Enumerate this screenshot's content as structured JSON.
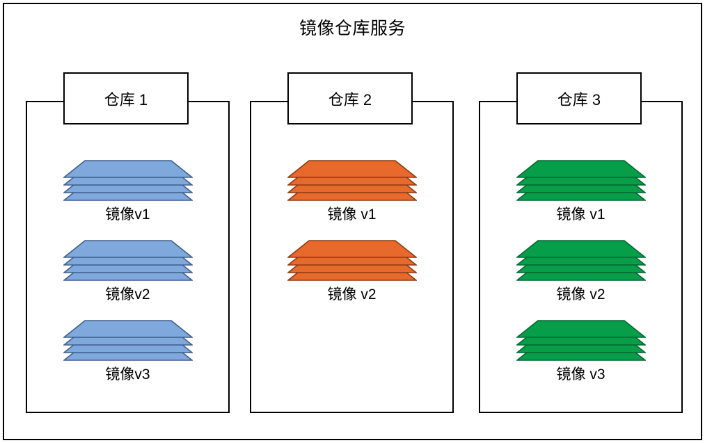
{
  "diagram": {
    "type": "container-registry-architecture",
    "title": "镜像仓库服务",
    "background_color": "#ffffff",
    "border_color": "#000000"
  },
  "repositories": [
    {
      "id": "repo-1",
      "header_label": "仓库 1",
      "accent_color": "#7FA9DC",
      "accent_stroke": "#3F5E8C",
      "images": [
        {
          "label": "镜像v1",
          "layers": 4
        },
        {
          "label": "镜像v2",
          "layers": 4
        },
        {
          "label": "镜像v3",
          "layers": 4
        }
      ]
    },
    {
      "id": "repo-2",
      "header_label": "仓库 2",
      "accent_color": "#E8692C",
      "accent_stroke": "#8C3A12",
      "images": [
        {
          "label": "镜像 v1",
          "layers": 4
        },
        {
          "label": "镜像 v2",
          "layers": 4
        }
      ]
    },
    {
      "id": "repo-3",
      "header_label": "仓库 3",
      "accent_color": "#079E49",
      "accent_stroke": "#046630",
      "images": [
        {
          "label": "镜像 v1",
          "layers": 4
        },
        {
          "label": "镜像 v2",
          "layers": 4
        },
        {
          "label": "镜像 v3",
          "layers": 4
        }
      ]
    }
  ]
}
